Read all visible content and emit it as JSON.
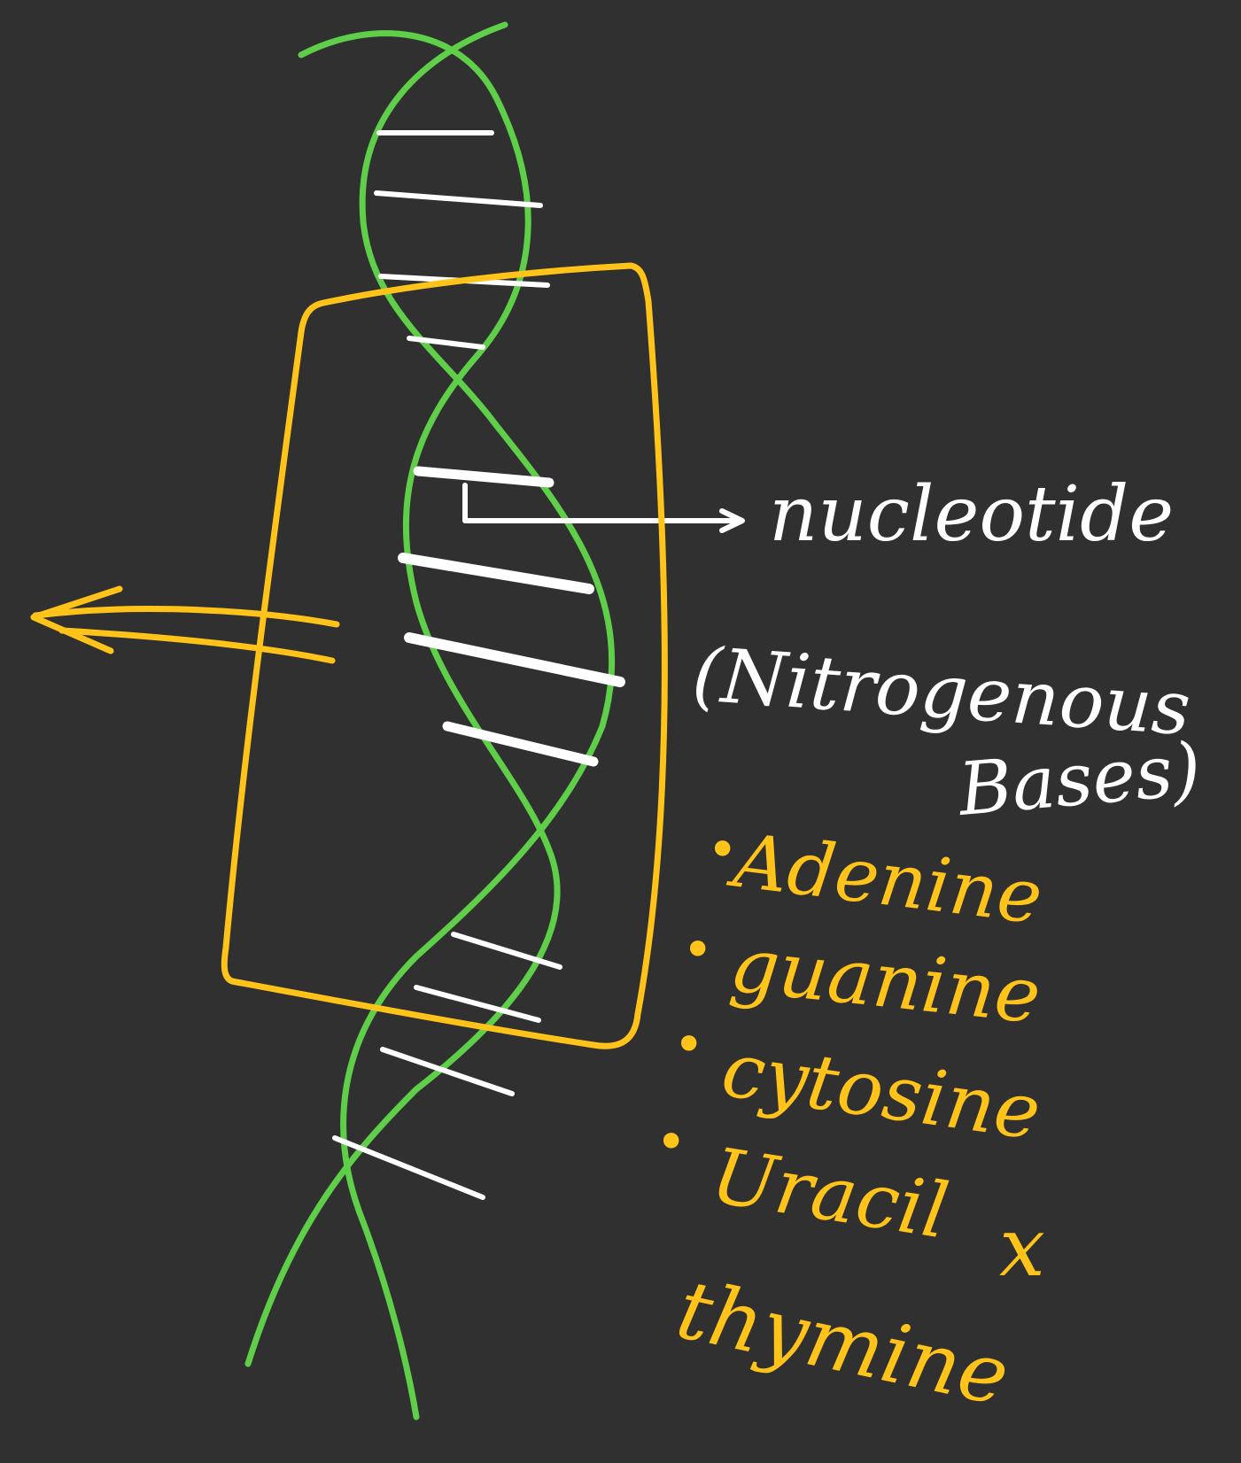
{
  "colors": {
    "background": "#303030",
    "helix": "#5fcf4a",
    "rungs": "#ffffff",
    "box": "#ffc31a",
    "labels_white": "#ffffff",
    "labels_yellow": "#ffc31a"
  },
  "labels": {
    "nucleotide": "nucleotide",
    "nitrogenous_open": "(Nitrogenous",
    "bases_close": "Bases)"
  },
  "bases": [
    {
      "bullet": "•",
      "name": "Adenine"
    },
    {
      "bullet": "•",
      "name": "guanine"
    },
    {
      "bullet": "•",
      "name": "cytosine"
    },
    {
      "bullet": "•",
      "name": "Uracil",
      "mark": "x"
    },
    {
      "bullet": "",
      "name": "thymine"
    }
  ]
}
